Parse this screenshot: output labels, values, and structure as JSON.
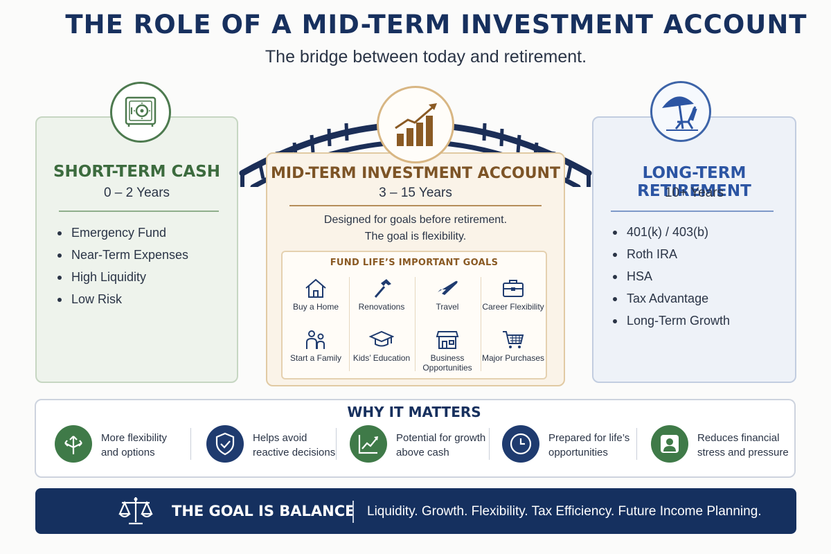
{
  "header": {
    "title": "THE ROLE OF A MID-TERM INVESTMENT ACCOUNT",
    "subtitle": "The bridge between today and retirement."
  },
  "short_term": {
    "icon": "safe-icon",
    "title": "SHORT-TERM CASH",
    "timeframe": "0 – 2 Years",
    "items": [
      "Emergency Fund",
      "Near-Term Expenses",
      "High Liquidity",
      "Low Risk"
    ],
    "color": "#3c6b3e"
  },
  "mid_term": {
    "icon": "growth-chart-icon",
    "title": "MID-TERM INVESTMENT ACCOUNT",
    "timeframe": "3 – 15 Years",
    "description": [
      "Designed for goals before retirement.",
      "The goal is flexibility."
    ],
    "goals_title": "FUND LIFE’S IMPORTANT GOALS",
    "goals": [
      {
        "label": "Buy a Home",
        "icon": "house-icon"
      },
      {
        "label": "Renovations",
        "icon": "hammer-icon"
      },
      {
        "label": "Travel",
        "icon": "airplane-icon"
      },
      {
        "label": "Career Flexibility",
        "icon": "briefcase-icon"
      },
      {
        "label": "Start a Family",
        "icon": "family-icon"
      },
      {
        "label": "Kids’ Education",
        "icon": "graduation-cap-icon"
      },
      {
        "label": "Business Opportunities",
        "icon": "storefront-icon"
      },
      {
        "label": "Major Purchases",
        "icon": "shopping-cart-icon"
      }
    ],
    "color": "#7d5426"
  },
  "long_term": {
    "icon": "beach-chair-umbrella-icon",
    "title": "LONG-TERM RETIREMENT",
    "timeframe": "10+ Years",
    "items": [
      "401(k) / 403(b)",
      "Roth IRA",
      "HSA",
      "Tax Advantage",
      "Long-Term Growth"
    ],
    "color": "#2c55a3"
  },
  "why": {
    "title": "WHY IT MATTERS",
    "items": [
      {
        "line1": "More flexibility",
        "line2": "and options",
        "icon": "arrows-split-icon",
        "color": "#3f7a48"
      },
      {
        "line1": "Helps avoid",
        "line2": "reactive decisions",
        "icon": "shield-check-icon",
        "color": "#1f3b6f"
      },
      {
        "line1": "Potential for growth",
        "line2": "above cash",
        "icon": "line-chart-icon",
        "color": "#3f7a48"
      },
      {
        "line1": "Prepared for life’s",
        "line2": "opportunities",
        "icon": "clock-icon",
        "color": "#1f3b6f"
      },
      {
        "line1": "Reduces financial",
        "line2": "stress and pressure",
        "icon": "person-icon",
        "color": "#3f7a48"
      }
    ]
  },
  "banner": {
    "icon": "balance-scale-icon",
    "title": "THE GOAL IS BALANCE",
    "text": "Liquidity. Growth. Flexibility. Tax Efficiency. Future Income Planning."
  }
}
